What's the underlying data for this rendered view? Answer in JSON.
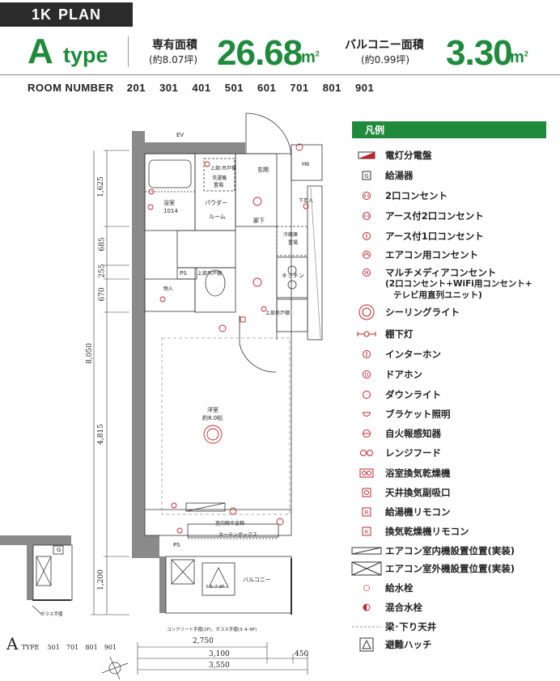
{
  "header": {
    "plan_tag_prefix": "1K",
    "plan_tag_suffix": "PLAN",
    "type_letter": "A",
    "type_word": "type",
    "private_area_label": "専有面積",
    "private_area_tsubo": "(約8.07坪)",
    "private_area_value": "26.68",
    "balcony_area_label": "バルコニー面積",
    "balcony_area_tsubo": "(約0.99坪)",
    "balcony_area_value": "3.30",
    "unit": "m",
    "unit_sup": "2"
  },
  "room_numbers": {
    "label": "ROOM NUMBER",
    "numbers": [
      "201",
      "301",
      "401",
      "501",
      "601",
      "701",
      "801",
      "901"
    ]
  },
  "plan": {
    "ev": "EV",
    "mb": "MB",
    "entrance": "玄関",
    "shoe_box_top": "上部:吊戸棚",
    "shoe_box_mid": "洗濯機",
    "shoe_box_bot": "置場",
    "bath": "浴室",
    "bath_size": "1014",
    "powder": "パウダー",
    "powder2": "ルーム",
    "hall": "廊下",
    "shoes": "下足入",
    "fridge": "冷蔵庫",
    "fridge2": "置場",
    "kitchen": "キッチン",
    "upper_cab": "上部吊戸棚",
    "ps": "PS",
    "storage": "物入",
    "upper_cab2": "上部吊戸棚",
    "western": "洋室",
    "western_size": "約8.0帖",
    "curtain_rail": "室内物干金物",
    "curtain_box": "カーテンボックス",
    "ps2": "PS",
    "balcony": "バルコニー",
    "hatch": "3･5･7･9F",
    "railing_note": "コンクリート手摺(2F)、ガラス手摺(3･4･6F)",
    "glass_rail": "ガラス手摺",
    "inset_g": "G"
  },
  "dimensions": {
    "v": [
      "1,625",
      "685",
      "255",
      "670",
      "8,050",
      "4,815",
      "1,200"
    ],
    "h": [
      "2,750",
      "3,100",
      "450",
      "3,550"
    ]
  },
  "variant": {
    "letter": "A",
    "word": "TYPE",
    "rooms": [
      "501",
      "701",
      "801",
      "901"
    ]
  },
  "legend": {
    "title": "凡例",
    "items": [
      {
        "icon": "distribution-board-icon",
        "label": "電灯分電盤"
      },
      {
        "icon": "water-heater-icon",
        "label": "給湯器",
        "sym": "G"
      },
      {
        "icon": "double-outlet-icon",
        "label": "2口コンセント"
      },
      {
        "icon": "earthed-double-outlet-icon",
        "label": "アース付2口コンセント"
      },
      {
        "icon": "earthed-single-outlet-icon",
        "label": "アース付1口コンセント"
      },
      {
        "icon": "ac-outlet-icon",
        "label": "エアコン用コンセント"
      },
      {
        "icon": "multimedia-outlet-icon",
        "label": "マルチメディアコンセント",
        "label2": "(2口コンセント+WiFi用コンセント+",
        "label3": "テレビ用直列ユニット)"
      },
      {
        "icon": "ceiling-light-icon",
        "label": "シーリングライト"
      },
      {
        "icon": "under-shelf-light-icon",
        "label": "棚下灯"
      },
      {
        "icon": "intercom-icon",
        "label": "インターホン"
      },
      {
        "icon": "door-phone-icon",
        "label": "ドアホン"
      },
      {
        "icon": "downlight-icon",
        "label": "ダウンライト"
      },
      {
        "icon": "bracket-light-icon",
        "label": "ブラケット照明"
      },
      {
        "icon": "fire-alarm-icon",
        "label": "自火報感知器"
      },
      {
        "icon": "range-hood-icon",
        "label": "レンジフード"
      },
      {
        "icon": "bath-dryer-icon",
        "label": "浴室換気乾燥機"
      },
      {
        "icon": "ceiling-vent-icon",
        "label": "天井換気副吸口"
      },
      {
        "icon": "heater-remote-icon",
        "label": "給湯機リモコン"
      },
      {
        "icon": "dryer-remote-icon",
        "label": "換気乾燥機リモコン"
      },
      {
        "icon": "ac-indoor-unit-icon",
        "label": "エアコン室内機設置位置(実装)"
      },
      {
        "icon": "ac-outdoor-unit-icon",
        "label": "エアコン室外機設置位置(実装)"
      },
      {
        "icon": "water-tap-icon",
        "label": "給水栓"
      },
      {
        "icon": "mixer-tap-icon",
        "label": "混合水栓"
      },
      {
        "icon": "beam-line-icon",
        "label": "梁･下り天井"
      },
      {
        "icon": "escape-hatch-icon",
        "label": "避難ハッチ"
      }
    ]
  },
  "colors": {
    "accent": "#1f8a3b",
    "symbol": "#c0262d",
    "wall": "#8a8a8a"
  }
}
